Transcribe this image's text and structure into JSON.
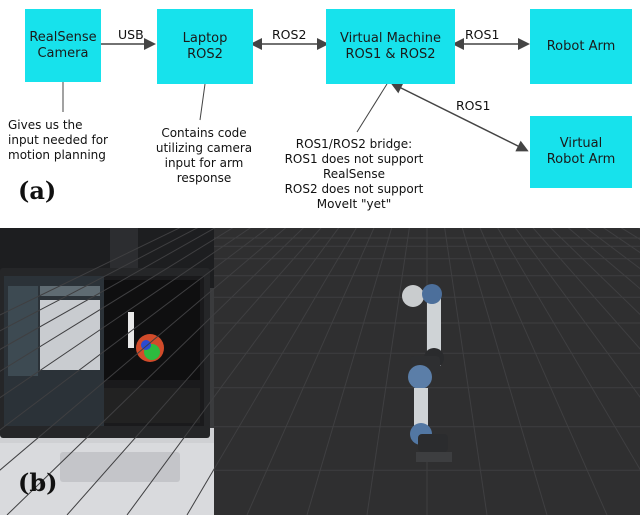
{
  "diagram": {
    "nodes": {
      "camera": "RealSense\nCamera",
      "laptop": "Laptop\nROS2",
      "vm": "Virtual Machine\nROS1 & ROS2",
      "robot_arm": "Robot Arm",
      "virtual_robot_arm": "Virtual\nRobot Arm"
    },
    "edges": {
      "usb": "USB",
      "ros2": "ROS2",
      "ros1_arm": "ROS1",
      "ros1_virtual": "ROS1"
    },
    "notes": {
      "camera": "Gives us the\ninput needed for\nmotion planning",
      "laptop": "Contains code\nutilizing camera\ninput for arm\nresponse",
      "vm": "ROS1/ROS2 bridge:\nROS1 does not support\nRealSense\nROS2 does not support\nMoveIt \"yet\""
    },
    "panel_label": "(a)"
  },
  "photo": {
    "panel_label": "(b)"
  },
  "colors": {
    "box_fill": "#17e2ec",
    "arrow": "#444444",
    "rviz_bg": "#2f2f30"
  }
}
